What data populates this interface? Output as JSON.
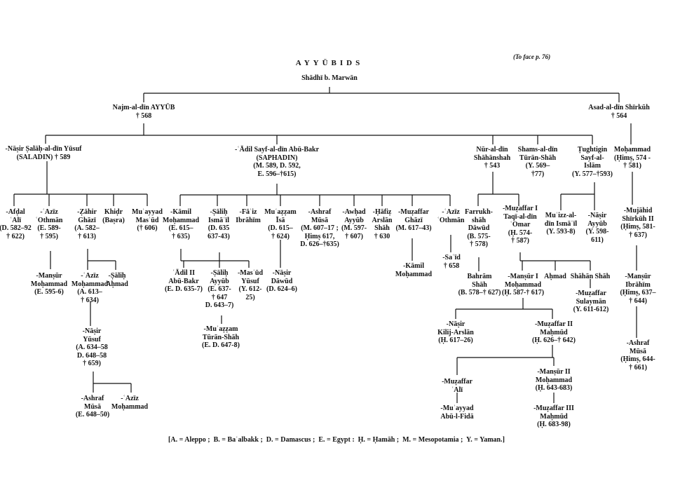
{
  "title": "AYYŪBIDS",
  "face_note": "(To face p. 76)",
  "legend": "[A. = Aleppo ;  B. = Baʿalbakk ;  D. = Damascus ;  E. = Egypt :  Ḥ. = Ḥamāh ;  M. = Mesopotamia ;  Y. = Yaman.]",
  "nodes": {
    "shadhi": "Shādhī b. Marwān",
    "ayyub": "Najm-al-dīn AYYŪB\n† 568",
    "shirkuh": "Asad-al-dīn Shīrkūh\n† 564",
    "saladin": "-Nāṣir Ṣalāḥ-al-dīn Yūsuf\n(SALADIN) † 589",
    "adil": "-ʿĀdil Sayf-al-dīn Abū-Bakr\n(SAPHADIN)\n(M. 589, D. 592,\nE. 596–†615)",
    "nuraldin": "Nūr-al-dīn\nShāhānshah\n† 543",
    "shams": "Shams-al-dīn\nTūrān-Shāh\n(Y. 569–\n†77)",
    "tughtigin": "Ṭughtigin\nSayf-al-\nIslām\n(Y. 577–†593)",
    "mohammad_hims": "Moḥammad\n(Ḥimṣ, 574 -\n† 581)",
    "afdal": "-Afḍal\nʿAlī\n(D. 582–92\n† 622)",
    "aziz_othman1": "-ʿAzīz\nʿOthmān\n(E. 589-\n† 595)",
    "zahir": "-Ẓāhir\nGhāzī\n(A. 582–\n† 613)",
    "khidr": "Khiḍr\n(Baṣra)",
    "muayyad_masud": "Muʾayyad\nMasʿūd\n(† 606)",
    "kamil": "-Kāmil\nMoḥammad\n(E. 615–\n† 635)",
    "salih_ismail": "-Ṣāliḥ\nIsmāʿīl\n(D. 635\n637-43)",
    "faiz": "-Fāʾiz\nIbrāhīm",
    "muazzam_isa": "Muʿaẓẓam\nĪsā\n(D. 615–\n† 624)",
    "ashraf_musa1": "-Ashraf\nMūsā\n(M. 607–17 ;\nḤimṣ 617,\nD. 626–†635)",
    "awhad": "-Awḥad\nAyyūb\n(M. 597-\n† 607)",
    "hafiz": "-Ḥāfiẓ\nArslān\nShāh\n† 630",
    "muzaffar_ghazi": "-Muẓaffar\nGhāzī\n(M. 617–43)",
    "aziz_othman2": "-ʿAzīz\nʿOthmān",
    "farrukhshah": "Farrukh-\nshāh\nDāwūd\n(B. 575-\n† 578)",
    "taqi": "-Muẓaffar I\nTaqī-al-dīn\nʿOmar\n(Ḥ. 574-\n† 587)",
    "muizz": "Muʿizz-al-\ndīn Ismāʿīl\n(Y. 593-8)",
    "nasir_ayyub": "-Nāṣir\nAyyūb\n(Y. 598-\n611)",
    "mujahid": "-Mujāhid\nShīrkūh II\n(Ḥimṣ, 581-\n† 637)",
    "mansur_moh1": "-Manṣūr\nMoḥammad\n(E. 595-6)",
    "aziz_moh1": "-ʿAzīz\nMoḥammad\n(A. 613–\n† 634)",
    "salih_ahmad": "-Ṣāliḥ\nAḥmad",
    "nasir_yusuf": "-Nāṣir\nYūsuf\n(A. 634–58\nD. 648–58\n† 659)",
    "ashraf_musa2": "-Ashraf\nMūsā\n(E. 648–50)",
    "aziz_moh2": "-ʿAzīz\nMoḥammad",
    "adil2": "ʿĀdil II\nAbū-Bakr\n(E. D. 635-7)",
    "salih_ayyub": "-Ṣāliḥ\nAyyūb\n(E. 637-\n† 647\nD. 643–7)",
    "masud_yusuf": "-Masʿūd\nYūsuf\n(Y. 612-\n25)",
    "turanshah": "-Muʿaẓẓam\nTūrān-Shāh\n(E. D. 647-8)",
    "nasir_dawud": "-Nāṣir\nDāwūd\n(D. 624–6)",
    "kamil_moh": "-Kāmil\nMoḥammad",
    "said": "-Saʿīd\n† 658",
    "bahram": "Bahrām\nShāh\n(B. 578–† 627)",
    "mansur1": "-Manṣūr I\nMoḥammad\n(Ḥ. 587-† 617)",
    "ahmad": "Aḥmad",
    "shahanshah": "Shāhān Shāh",
    "sulayman": "-Muẓaffar\nSulaymān\n(Y. 611-612)",
    "kilij": "-Nāṣir\nKilij-Arslān\n(Ḥ. 617–26)",
    "muzaffar2": "-Muẓaffar II\nMaḥmūd\n(Ḥ. 626–† 642)",
    "mansur_ibrahim": "-Manṣūr\nIbrāhīm\n(Ḥimṣ, 637–\n† 644)",
    "ashraf_musa3": "-Ashraf\nMūsā\n(Ḥimṣ, 644-\n† 661)",
    "muzaffar_ali": "-Muẓaffar\nʿAlī",
    "mansur2": "-Manṣūr II\nMoḥammad\n(Ḥ. 643-683)",
    "abulfida": "-Muʾayyad\nAbū-l-Fidā",
    "muzaffar3": "-Muẓaffar III\nMaḥmūd\n(Ḥ. 683-98)"
  }
}
